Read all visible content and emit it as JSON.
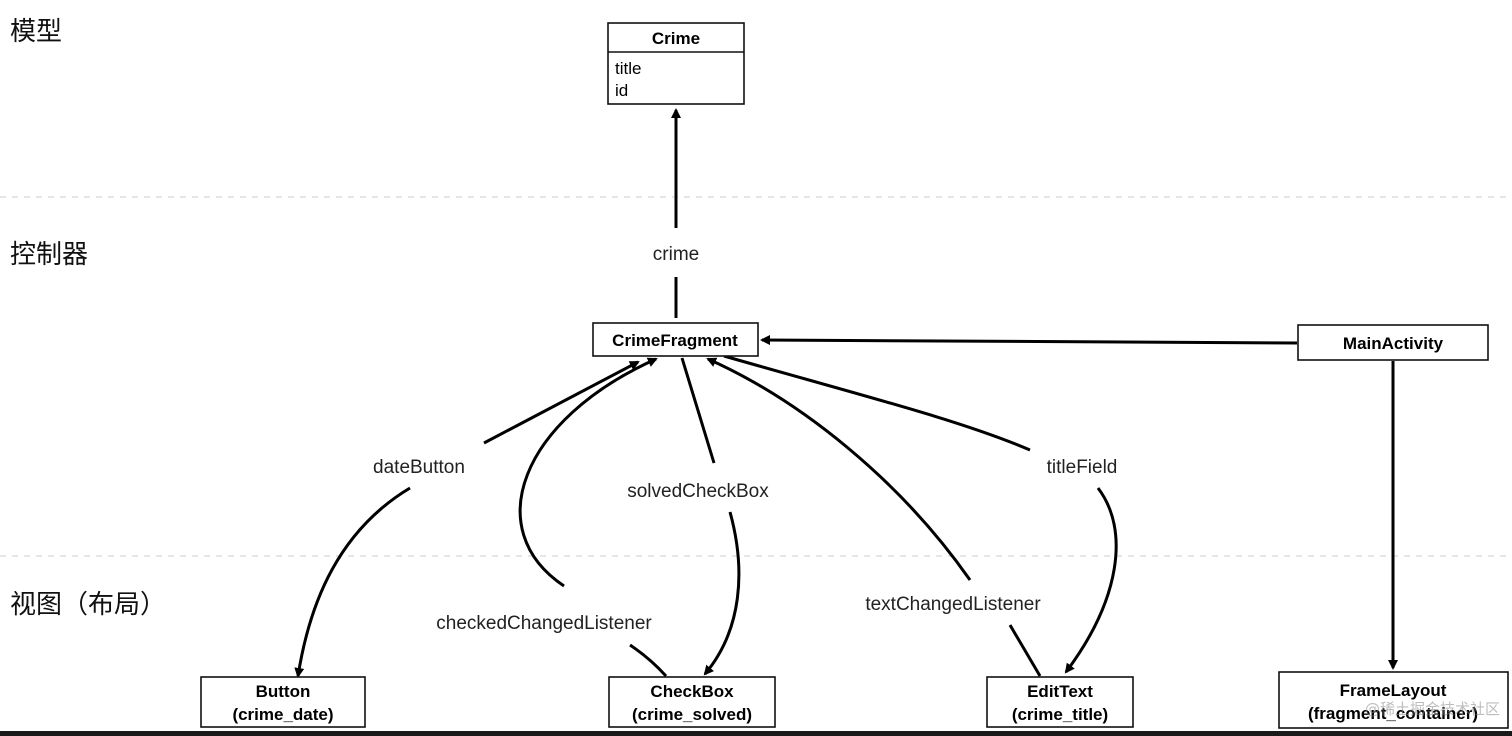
{
  "layers": {
    "model": "模型",
    "controller": "控制器",
    "view": "视图（布局）"
  },
  "nodes": {
    "crime": {
      "title": "Crime",
      "attrs": [
        "title",
        "id"
      ]
    },
    "crime_fragment": {
      "title": "CrimeFragment"
    },
    "main_activity": {
      "title": "MainActivity"
    },
    "button": {
      "title": "Button",
      "subtitle": "(crime_date)"
    },
    "checkbox": {
      "title": "CheckBox",
      "subtitle": "(crime_solved)"
    },
    "edittext": {
      "title": "EditText",
      "subtitle": "(crime_title)"
    },
    "framelayout": {
      "title": "FrameLayout",
      "subtitle": "(fragment_container)"
    }
  },
  "edges": {
    "crime": "crime",
    "date_button": "dateButton",
    "solved_checkbox": "solvedCheckBox",
    "checked_changed_listener": "checkedChangedListener",
    "text_changed_listener": "textChangedListener",
    "title_field": "titleField"
  },
  "watermark": "@稀土掘金技术社区"
}
